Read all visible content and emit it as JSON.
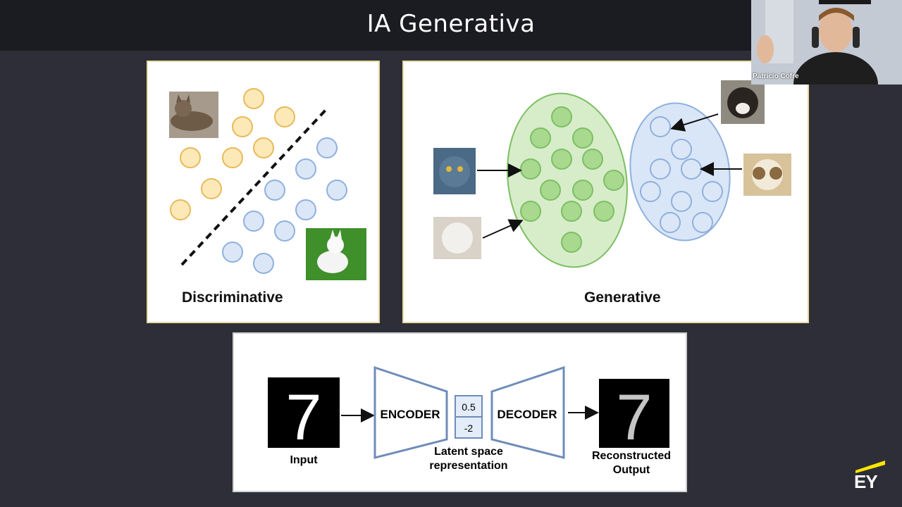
{
  "slide": {
    "title": "IA Generativa"
  },
  "panels": {
    "discriminative": {
      "label": "Discriminative"
    },
    "generative": {
      "label": "Generative"
    },
    "autoencoder": {
      "encoder_label": "ENCODER",
      "decoder_label": "DECODER",
      "latent_values": [
        "0.5",
        "-2"
      ],
      "latent_label_line1": "Latent space",
      "latent_label_line2": "representation",
      "input_label": "Input",
      "output_label_line1": "Reconstructed",
      "output_label_line2": "Output",
      "digit": "7"
    }
  },
  "webcam": {
    "participant_name": "Patricio Cofre"
  },
  "brand": {
    "logo_text": "EY",
    "accent_color": "#ffe600"
  },
  "colors": {
    "orange_fill": "#fde9b8",
    "orange_stroke": "#e8b959",
    "blue_fill": "#dbe7f7",
    "blue_stroke": "#8fb0dd",
    "green_fill": "#a8d98e",
    "green_stroke": "#7cbf64",
    "green_blob": "#d7ecc9",
    "blue_blob": "#d9e6f7"
  }
}
